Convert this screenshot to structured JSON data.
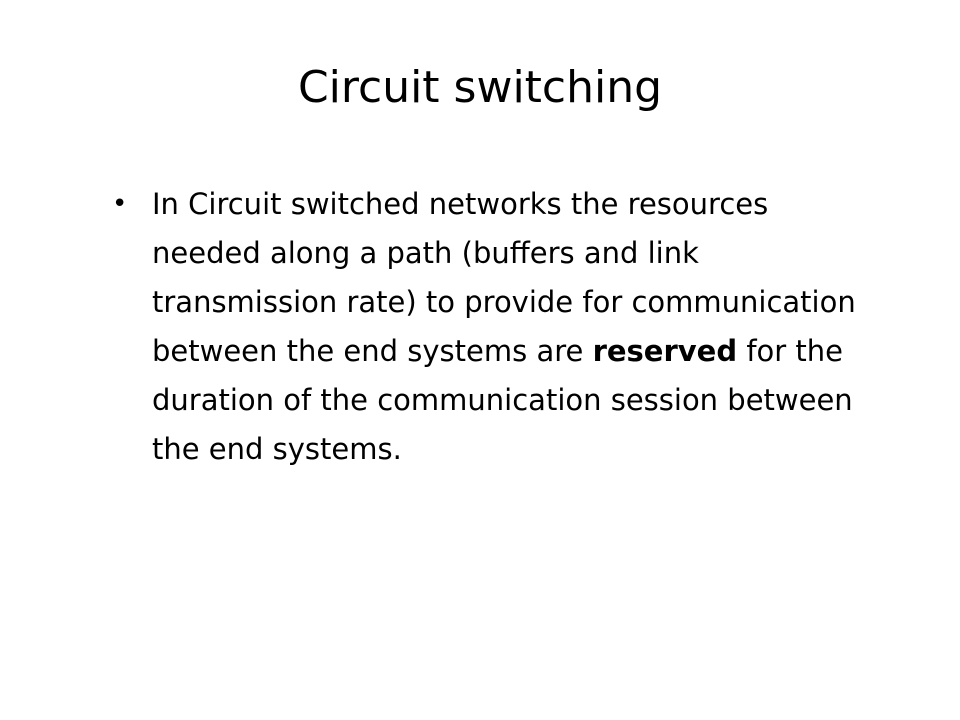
{
  "slide": {
    "title": "Circuit switching",
    "bullet_symbol": "•",
    "bullets": [
      {
        "part1": "In Circuit switched networks the resources needed along a path (buffers and link transmission rate) to provide for communication between the end systems are ",
        "bold": "reserved",
        "part2": " for the duration of the communication session between the end systems."
      }
    ]
  }
}
